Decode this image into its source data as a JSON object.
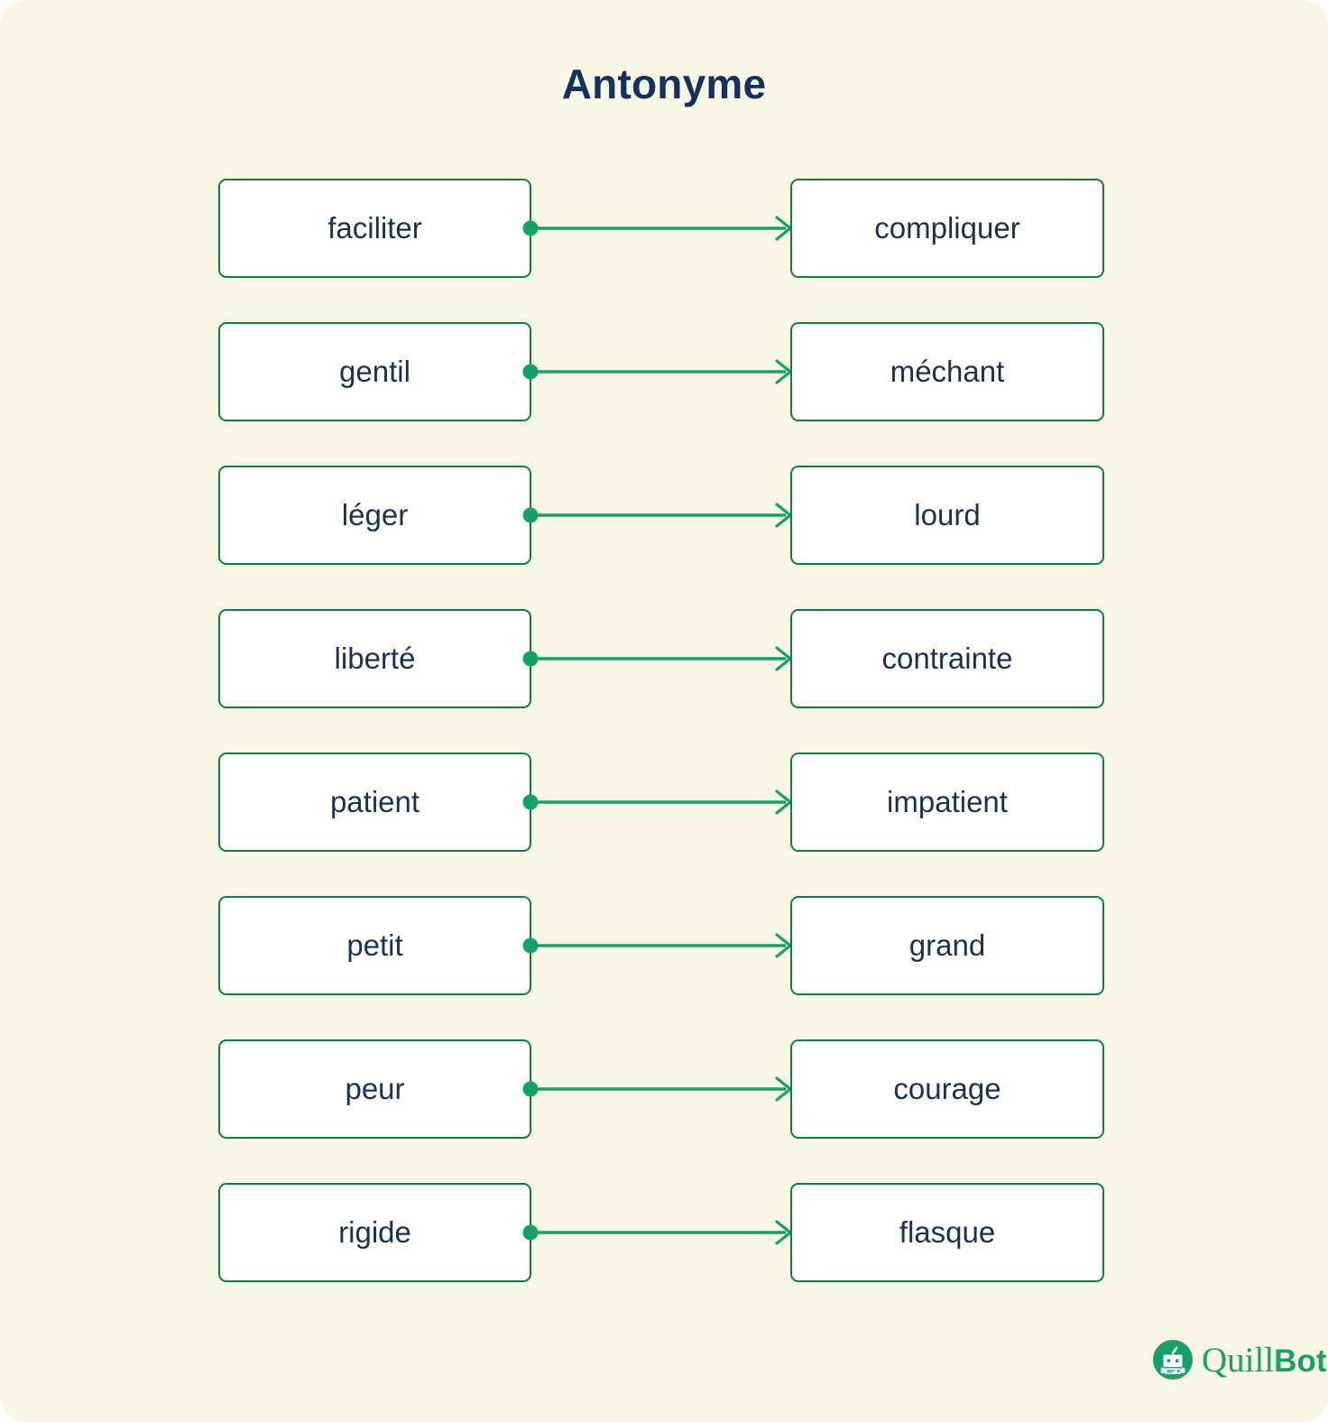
{
  "title": "Antonyme",
  "colors": {
    "background": "#faf6e4",
    "box_border": "#0c7d45",
    "box_fill": "#ffffff",
    "text": "#1b3055",
    "title": "#16315c",
    "connector": "#16a06a",
    "logo_green": "#16a06a"
  },
  "pairs": [
    {
      "left": "faciliter",
      "right": "compliquer"
    },
    {
      "left": "gentil",
      "right": "méchant"
    },
    {
      "left": "léger",
      "right": "lourd"
    },
    {
      "left": "liberté",
      "right": "contrainte"
    },
    {
      "left": "patient",
      "right": "impatient"
    },
    {
      "left": "petit",
      "right": "grand"
    },
    {
      "left": "peur",
      "right": "courage"
    },
    {
      "left": "rigide",
      "right": "flasque"
    }
  ],
  "footer": {
    "brand_quill": "Quill",
    "brand_bot": "Bot",
    "logo_icon": "quillbot-robot-icon"
  }
}
